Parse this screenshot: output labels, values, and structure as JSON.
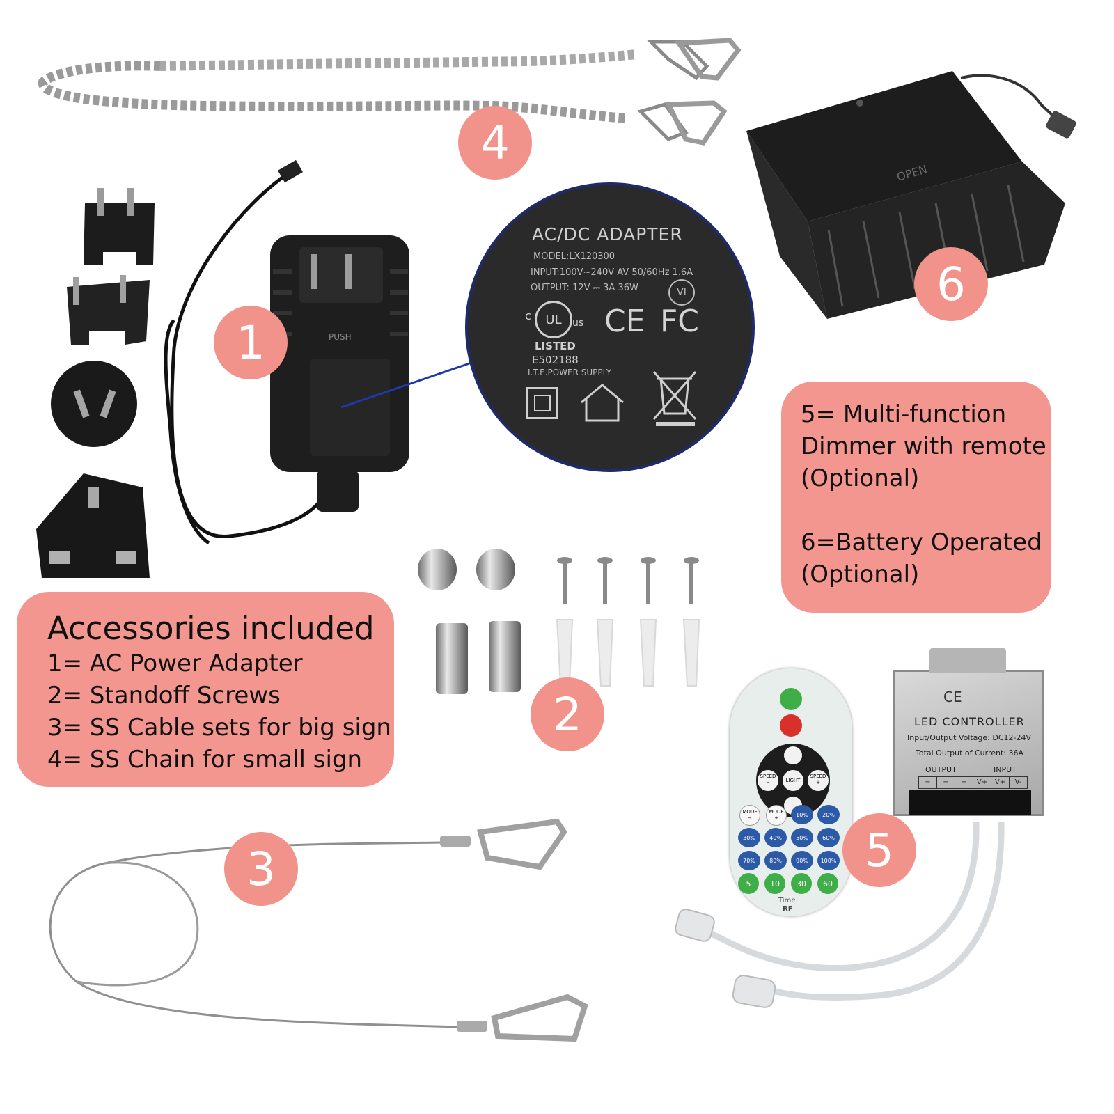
{
  "accessories_panel": {
    "title": "Accessories included",
    "items": [
      "1= AC Power Adapter",
      "2= Standoff Screws",
      "3= SS Cable sets for big sign",
      "4= SS Chain for small sign"
    ]
  },
  "optional_panel": {
    "lines_a": [
      "5= Multi-function",
      "Dimmer with remote",
      "(Optional)"
    ],
    "lines_b": [
      "6=Battery Operated",
      "(Optional)"
    ]
  },
  "badges": {
    "b1": "1",
    "b2": "2",
    "b3": "3",
    "b4": "4",
    "b5": "5",
    "b6": "6"
  },
  "adapter_label": {
    "title": "AC/DC ADAPTER",
    "model": "MODEL:LX120300",
    "input": "INPUT:100V~240V AV 50/60Hz 1.6A",
    "output": "OUTPUT: 12V ⎓ 3A 36W",
    "vi": "VI",
    "listed": "LISTED",
    "file_no": "E502188",
    "supply": "I.T.E.POWER SUPPLY",
    "ce": "CE",
    "fc": "FC",
    "ul_c": "c",
    "ul": "UL",
    "ul_us": "us",
    "push": "PUSH"
  },
  "battery_box": {
    "open_label": "OPEN"
  },
  "controller": {
    "title": "LED CONTROLLER",
    "voltage": "Input/Output Voltage: DC12-24V",
    "current": "Total Output of Current: 36A",
    "output": "OUTPUT",
    "input": "INPUT",
    "marks": "CE",
    "terminals": [
      "−",
      "−",
      "−",
      "V+",
      "V+",
      "V-"
    ]
  },
  "remote": {
    "speed_minus": "SPEED\n−",
    "light": "LIGHT",
    "speed_plus": "SPEED\n+",
    "mode_minus": "MODE\n−",
    "mode_plus": "MODE\n+",
    "percent_buttons": [
      "10%",
      "20%",
      "30%",
      "40%",
      "50%",
      "60%",
      "70%",
      "80%",
      "90%",
      "100%"
    ],
    "timer_buttons": [
      "5",
      "10",
      "30",
      "60"
    ],
    "time_label": "Time",
    "rf_label": "RF"
  },
  "colors": {
    "badge": "#f1928b",
    "panel": "#f3968f",
    "adapter_ring": "#1f2a6b",
    "remote_blue": "#2d5aa6",
    "remote_green": "#3fae49"
  }
}
